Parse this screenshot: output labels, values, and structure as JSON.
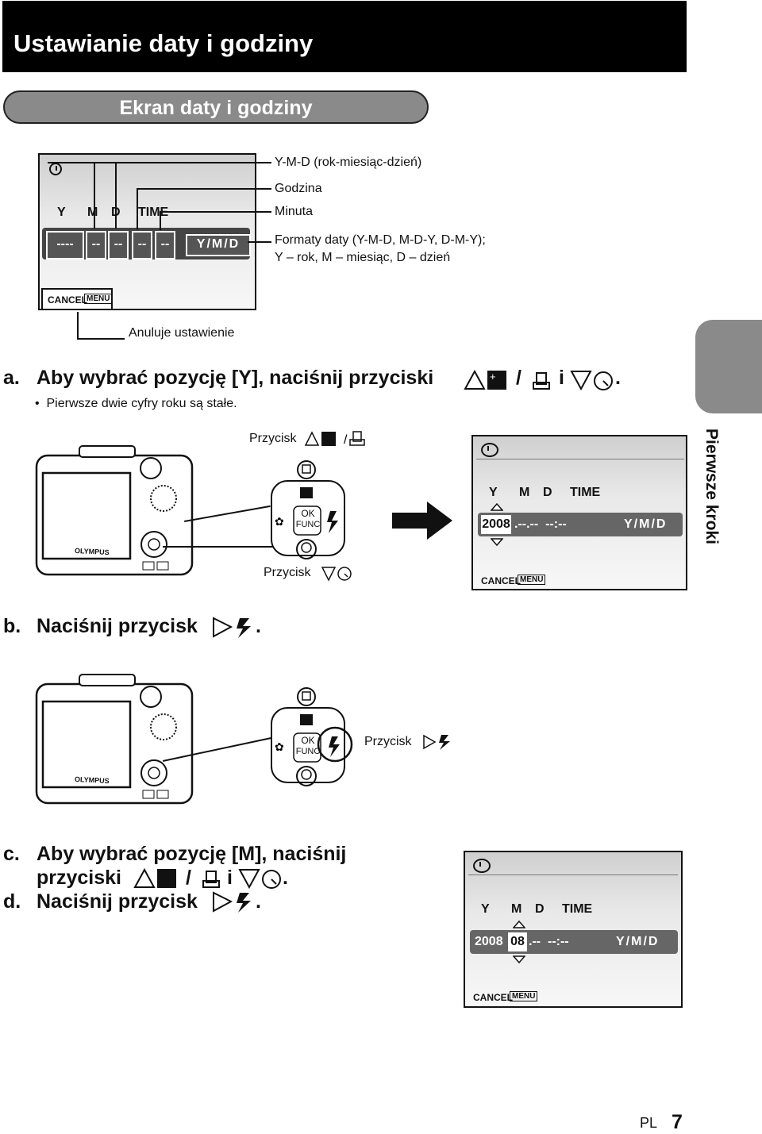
{
  "header": {
    "title": "Ustawianie daty i godziny"
  },
  "section": {
    "title": "Ekran daty i godziny"
  },
  "diagram": {
    "lcd_labels": {
      "y": "Y",
      "m": "M",
      "d": "D",
      "time": "TIME",
      "digits_year": "----",
      "digits": "--",
      "format": "Y/M/D",
      "cancel": "CANCEL",
      "menu": "MENU"
    },
    "callouts": {
      "ymd": "Y-M-D (rok-miesiąc-dzień)",
      "hour": "Godzina",
      "minute": "Minuta",
      "formats_1": "Formaty daty (Y-M-D, M-D-Y, D-M-Y);",
      "formats_2": "Y – rok, M – miesiąc, D – dzień",
      "cancel": "Anuluje ustawienie"
    }
  },
  "step_a": {
    "letter": "a.",
    "text": "Aby wybrać pozycję [Y], naciśnij przyciski",
    "slash": "/",
    "and": "i",
    "end": ".",
    "bullet": "Pierwsze dwie cyfry roku są stałe.",
    "btn_label_top": "Przycisk",
    "btn_label_bottom": "Przycisk",
    "screen": {
      "y": "Y",
      "m": "M",
      "d": "D",
      "time": "TIME",
      "year": "2008",
      "rest": ".--.--  --:--",
      "format": "Y/M/D",
      "cancel": "CANCEL",
      "menu": "MENU"
    }
  },
  "side_tab": {
    "label": "Pierwsze kroki"
  },
  "step_b": {
    "letter": "b.",
    "text": "Naciśnij przycisk",
    "end": ".",
    "btn_label": "Przycisk"
  },
  "step_cd": {
    "c_letter": "c.",
    "c_text_1": "Aby wybrać pozycję [M], naciśnij",
    "c_text_2": "przyciski",
    "slash": "/",
    "and": "i",
    "end": ".",
    "d_letter": "d.",
    "d_text": "Naciśnij przycisk",
    "screen": {
      "y": "Y",
      "m": "M",
      "d": "D",
      "time": "TIME",
      "year": "2008",
      "month": "08",
      "rest": ".--  --:--",
      "format": "Y/M/D",
      "cancel": "CANCEL",
      "menu": "MENU"
    }
  },
  "camera": {
    "brand": "OLYMPUS",
    "ok": "OK",
    "func": "FUNC"
  },
  "footer": {
    "lang": "PL",
    "page": "7"
  }
}
